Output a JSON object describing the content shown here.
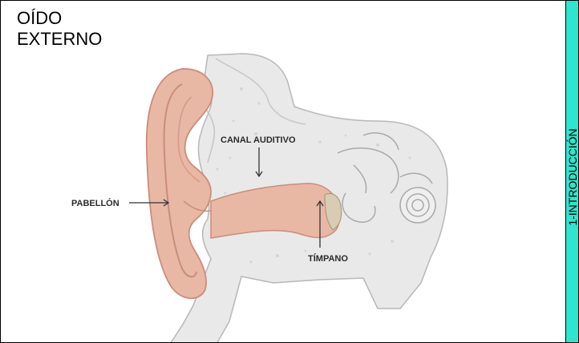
{
  "slide": {
    "title_line1": "OÍDO",
    "title_line2": "EXTERNO",
    "side_label": "1-INTRODUCCIÓN"
  },
  "labels": {
    "pinna": "PABELLÓN",
    "canal": "CANAL AUDITIVO",
    "eardrum": "TÍMPANO"
  },
  "colors": {
    "side_tab": "#2ee6cf",
    "skin": "#e8b8a5",
    "skin_shadow": "#c98d7a",
    "bone": "#e9e9e9",
    "bone_line": "#b7b7b7"
  }
}
